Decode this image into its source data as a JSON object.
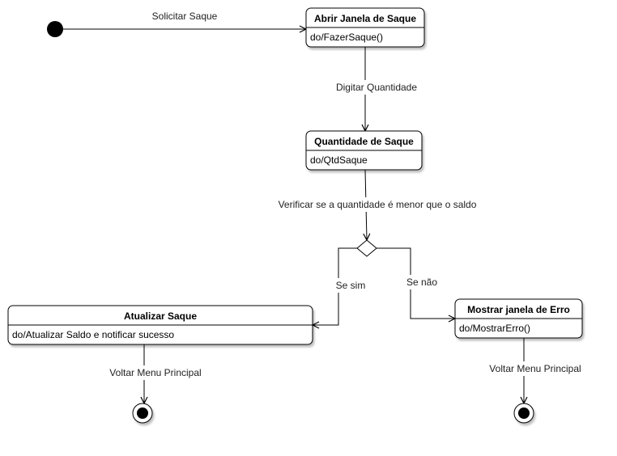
{
  "diagram": {
    "states": [
      {
        "id": "abrir",
        "title": "Abrir Janela de Saque",
        "action": "do/FazerSaque()"
      },
      {
        "id": "quantidade",
        "title": "Quantidade de Saque",
        "action": "do/QtdSaque"
      },
      {
        "id": "atualizar",
        "title": "Atualizar Saque",
        "action": "do/Atualizar Saldo e notificar sucesso"
      },
      {
        "id": "erro",
        "title": "Mostrar janela de Erro",
        "action": "do/MostrarErro()"
      }
    ],
    "transitions": {
      "solicitar": "Solicitar Saque",
      "digitar": "Digitar Quantidade",
      "verificar": "Verificar se a quantidade é menor que o saldo",
      "se_sim": "Se sim",
      "se_nao": "Se não",
      "voltar_left": "Voltar Menu Principal",
      "voltar_right": "Voltar Menu Principal"
    },
    "colors": {
      "stroke": "#000000",
      "fill": "#ffffff",
      "shadow": "#bfbfbf"
    }
  }
}
